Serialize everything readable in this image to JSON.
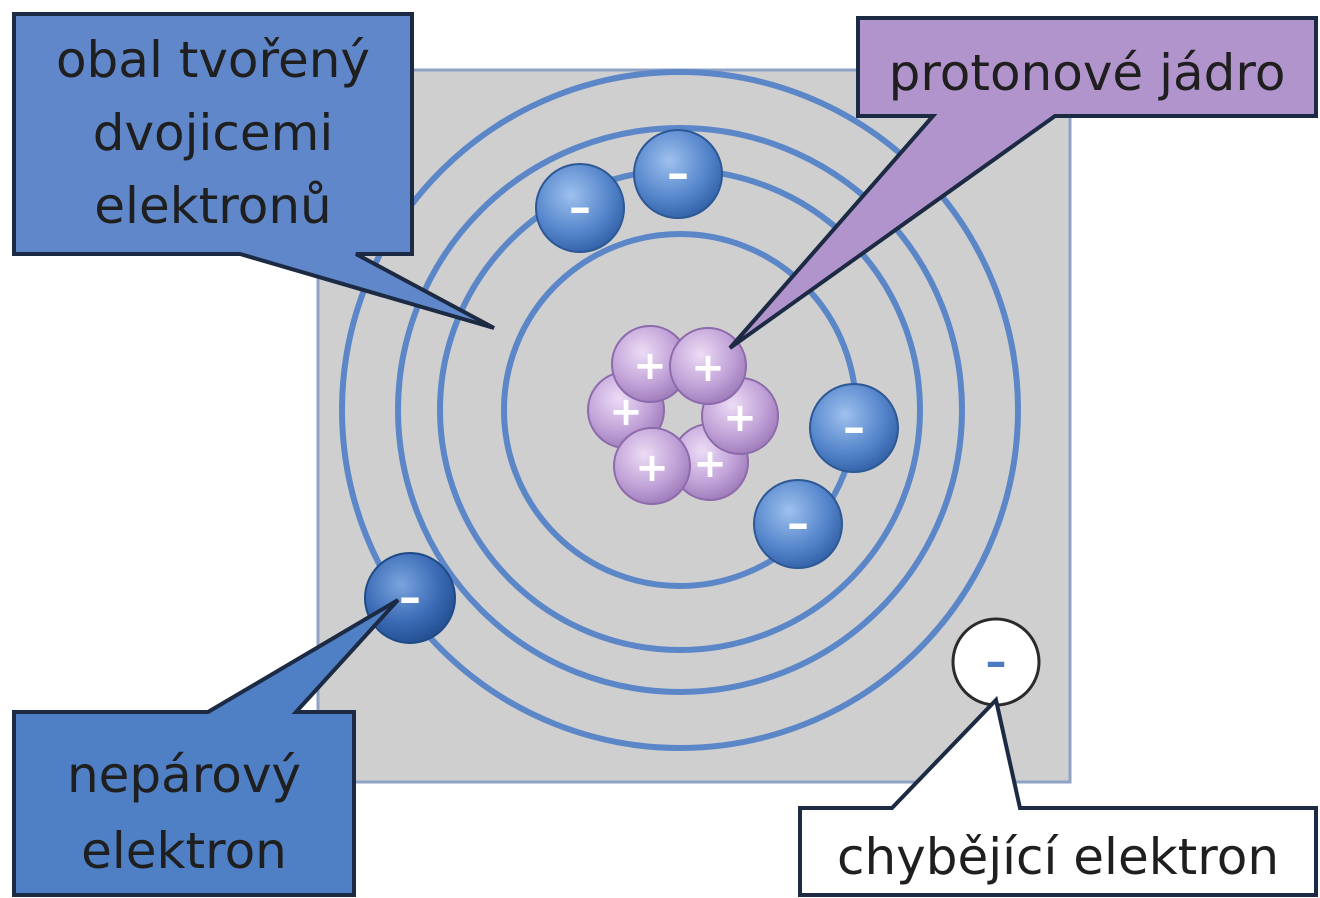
{
  "labels": {
    "shell": {
      "line1": "obal tvořený",
      "line2": "dvojicemi",
      "line3": "elektronů"
    },
    "nucleus": "protonové jádro",
    "unpaired": {
      "line1": "nepárový",
      "line2": "elektron"
    },
    "missing": "chybějící elektron"
  },
  "symbols": {
    "proton": "+",
    "electron": "–"
  },
  "colors": {
    "background_panel": "#cfcfcf",
    "orbit": "#5b86c8",
    "electron": "#4f7fc4",
    "unpaired_electron": "#3566ad",
    "proton": "#c3a6d6",
    "shell_callout": "#5f87c9",
    "nucleus_callout": "#b194cc",
    "unpaired_callout": "#4f7fc4",
    "missing_callout": "#ffffff"
  }
}
